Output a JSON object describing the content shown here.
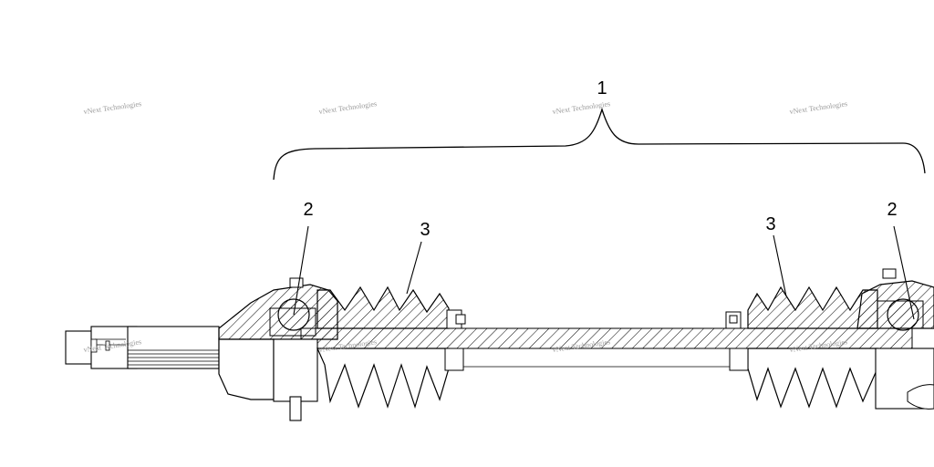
{
  "callouts": {
    "assembly": "1",
    "joint_left": "2",
    "joint_right": "2",
    "boot_left": "3",
    "boot_right": "3"
  },
  "watermark": {
    "text": "vNext Technologies"
  },
  "colors": {
    "line": "#000000",
    "watermark": "#9a9a9a",
    "background": "#ffffff"
  }
}
